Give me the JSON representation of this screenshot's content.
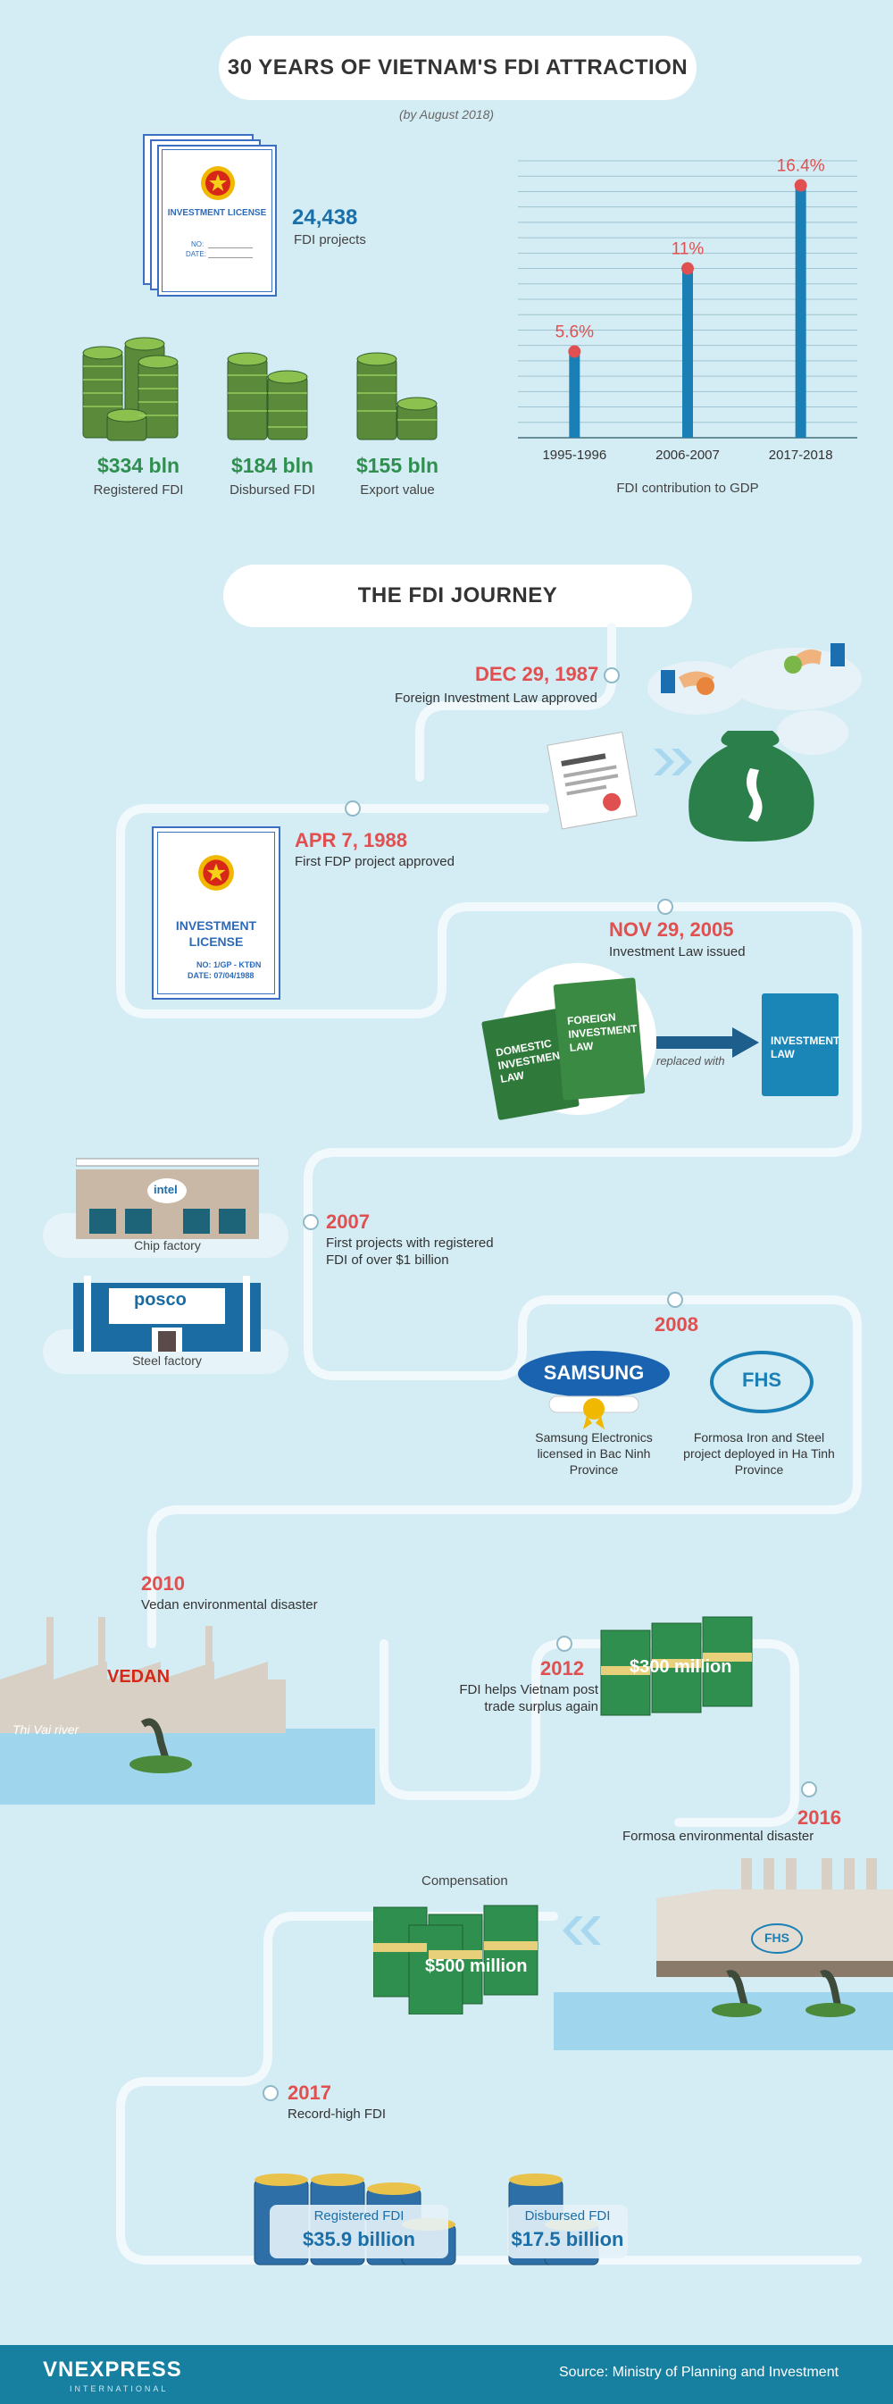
{
  "header": {
    "title": "30 YEARS OF VIETNAM'S FDI ATTRACTION",
    "subtitle": "(by August 2018)"
  },
  "license": {
    "title": "INVESTMENT LICENSE",
    "no_label": "NO:",
    "date_label": "DATE:"
  },
  "stats": {
    "projects_value": "24,438",
    "projects_label": "FDI projects",
    "registered_value": "$334 bln",
    "registered_label": "Registered FDI",
    "disbursed_value": "$184 bln",
    "disbursed_label": "Disbursed FDI",
    "export_value": "$155 bln",
    "export_label": "Export value"
  },
  "chart_data": {
    "type": "bar",
    "categories": [
      "1995-1996",
      "2006-2007",
      "2017-2018"
    ],
    "values": [
      5.6,
      11,
      16.4
    ],
    "value_labels": [
      "5.6%",
      "11%",
      "16.4%"
    ],
    "xlabel": "FDI contribution to GDP",
    "ylim": [
      0,
      18
    ],
    "grid": true,
    "color": "#1a7fb5"
  },
  "journey": {
    "title": "THE FDI JOURNEY",
    "e1987_date": "DEC 29, 1987",
    "e1987_text": "Foreign Investment Law approved",
    "e1988_date": "APR 7, 1988",
    "e1988_text": "First FDP project approved",
    "license2_title": "INVESTMENT LICENSE",
    "license2_no": "NO: 1/GP - KTĐN",
    "license2_date": "DATE: 07/04/1988",
    "e2005_date": "NOV 29, 2005",
    "e2005_text": "Investment Law issued",
    "book_domestic": "DOMESTIC INVESTMENT LAW",
    "book_foreign": "FOREIGN INVESTMENT LAW",
    "replaced_with": "replaced with",
    "book_new": "INVESTMENT LAW",
    "chip_brand": "intel",
    "chip_label": "Chip factory",
    "steel_brand": "posco",
    "steel_label": "Steel factory",
    "e2007_date": "2007",
    "e2007_text": "First projects with registered FDI of over $1 billion",
    "e2008_date": "2008",
    "samsung_brand": "SAMSUNG",
    "samsung_text": "Samsung Electronics licensed in Bac Ninh Province",
    "fhs_brand": "FHS",
    "fhs_text": "Formosa Iron and Steel project deployed in Ha Tinh Province",
    "e2010_date": "2010",
    "e2010_text": "Vedan environmental disaster",
    "vedan_brand": "VEDAN",
    "river_label": "Thi Vai river",
    "e2012_date": "2012",
    "e2012_text": "FDI helps Vietnam post trade surplus again",
    "e2012_money": "$300 million",
    "e2016_date": "2016",
    "e2016_text": "Formosa environmental disaster",
    "compensation_label": "Compensation",
    "compensation_money": "$500 million",
    "e2017_date": "2017",
    "e2017_text": "Record-high FDI",
    "reg2017_label": "Registered FDI",
    "reg2017_value": "$35.9 billion",
    "dis2017_label": "Disbursed FDI",
    "dis2017_value": "$17.5 billion"
  },
  "footer": {
    "brand": "VNEXPRESS",
    "brand_sub": "INTERNATIONAL",
    "source": "Source: Ministry of Planning and Investment"
  },
  "colors": {
    "background": "#d4ecf4",
    "accent_red": "#e05050",
    "bar_blue": "#1a7fb5",
    "money_green": "#2f8f4f",
    "footer_blue": "#177f9f"
  }
}
